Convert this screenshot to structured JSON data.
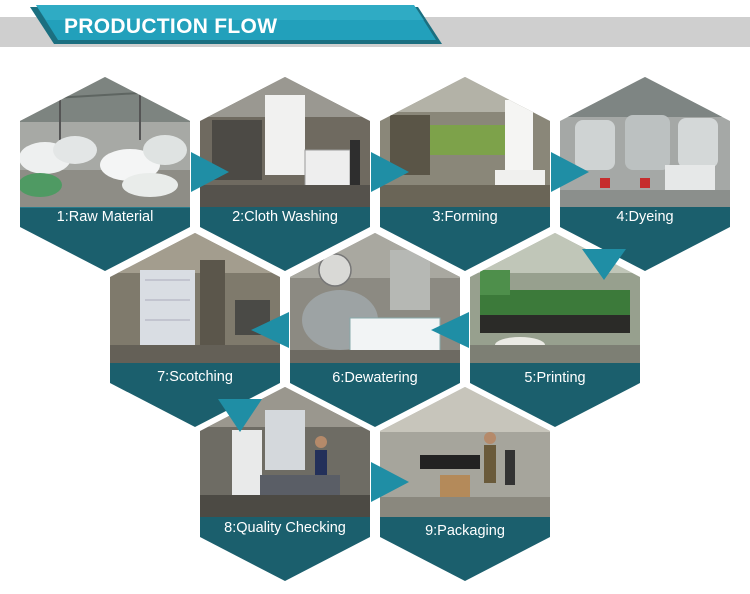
{
  "header": {
    "title": "PRODUCTION FLOW",
    "colors": {
      "accent": "#1f8ea5",
      "bar": "#cfcfcf",
      "hex_dark": "#1b5f6d"
    }
  },
  "steps": [
    {
      "label": "1:Raw Material",
      "icon": "warehouse-photo"
    },
    {
      "label": "2:Cloth Washing",
      "icon": "washing-machine-photo"
    },
    {
      "label": "3:Forming",
      "icon": "forming-machine-photo"
    },
    {
      "label": "4:Dyeing",
      "icon": "dyeing-machine-photo"
    },
    {
      "label": "5:Printing",
      "icon": "printing-machine-photo"
    },
    {
      "label": "6:Dewatering",
      "icon": "dewatering-machine-photo"
    },
    {
      "label": "7:Scotching",
      "icon": "scotching-machine-photo"
    },
    {
      "label": "8:Quality Checking",
      "icon": "inspection-photo"
    },
    {
      "label": "9:Packaging",
      "icon": "packaging-photo"
    }
  ]
}
